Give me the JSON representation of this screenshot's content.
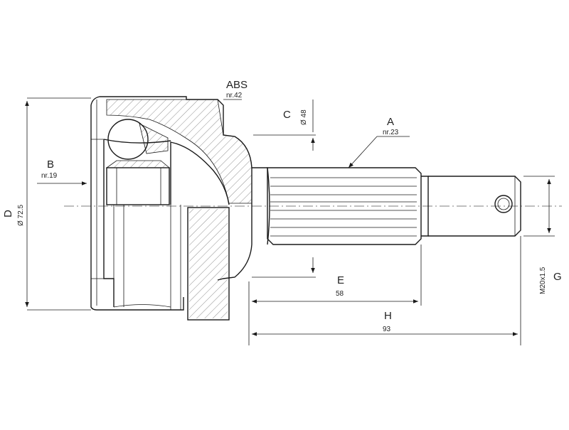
{
  "labels": {
    "abs": "ABS",
    "abs_nr": "nr.42",
    "a": "A",
    "a_nr": "nr.23",
    "b": "B",
    "b_nr": "nr.19",
    "c": "C",
    "c_value": "Ø 48",
    "d": "D",
    "d_value": "Ø 72.5",
    "e": "E",
    "e_value": "58",
    "h": "H",
    "h_value": "93",
    "g": "G",
    "g_value": "M20x1.5"
  }
}
